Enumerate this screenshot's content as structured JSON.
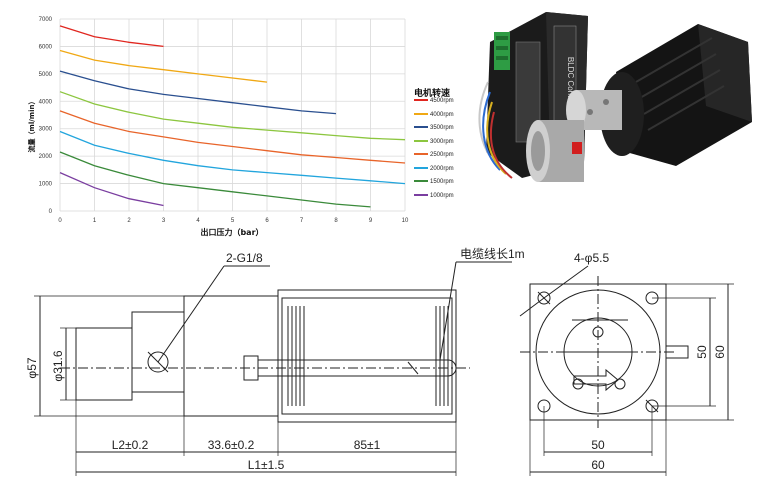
{
  "chart_data": {
    "type": "line",
    "title": "",
    "xlabel": "出口压力（bar）",
    "ylabel": "流量（ml/min）",
    "xlim": [
      0,
      10
    ],
    "ylim": [
      0,
      7000
    ],
    "xticks": [
      "0",
      "1",
      "2",
      "3",
      "4",
      "5",
      "6",
      "7",
      "8",
      "9",
      "10"
    ],
    "yticks": [
      "0",
      "1000",
      "2000",
      "3000",
      "4000",
      "5000",
      "6000",
      "7000"
    ],
    "grid": true,
    "legend_title": "电机转速",
    "legend_position": "right",
    "series": [
      {
        "name": "4500rpm",
        "color": "#e0261f",
        "x": [
          0,
          1,
          2,
          3
        ],
        "y": [
          6750,
          6350,
          6150,
          6000
        ]
      },
      {
        "name": "4000rpm",
        "color": "#f0a814",
        "x": [
          0,
          1,
          2,
          3,
          4,
          5,
          6
        ],
        "y": [
          5850,
          5500,
          5300,
          5150,
          5000,
          4850,
          4700
        ]
      },
      {
        "name": "3500rpm",
        "color": "#2a4f8f",
        "x": [
          0,
          1,
          2,
          3,
          4,
          5,
          6,
          7,
          8
        ],
        "y": [
          5100,
          4750,
          4450,
          4250,
          4100,
          3950,
          3800,
          3650,
          3550
        ]
      },
      {
        "name": "3000rpm",
        "color": "#8cc63f",
        "x": [
          0,
          1,
          2,
          3,
          4,
          5,
          6,
          7,
          8,
          9,
          10
        ],
        "y": [
          4350,
          3900,
          3600,
          3350,
          3200,
          3050,
          2950,
          2850,
          2750,
          2650,
          2600
        ]
      },
      {
        "name": "2500rpm",
        "color": "#e8642a",
        "x": [
          0,
          1,
          2,
          3,
          4,
          5,
          6,
          7,
          8,
          9,
          10
        ],
        "y": [
          3650,
          3200,
          2900,
          2700,
          2500,
          2350,
          2200,
          2050,
          1950,
          1850,
          1750
        ]
      },
      {
        "name": "2000rpm",
        "color": "#22a5dd",
        "x": [
          0,
          1,
          2,
          3,
          4,
          5,
          6,
          7,
          8,
          9,
          10
        ],
        "y": [
          2900,
          2400,
          2100,
          1850,
          1650,
          1500,
          1400,
          1300,
          1200,
          1100,
          1000
        ]
      },
      {
        "name": "1500rpm",
        "color": "#3a8a3a",
        "x": [
          0,
          1,
          2,
          3,
          4,
          5,
          6,
          7,
          8,
          9
        ],
        "y": [
          2150,
          1650,
          1300,
          1000,
          850,
          700,
          550,
          400,
          250,
          150
        ]
      },
      {
        "name": "1000rpm",
        "color": "#7a3ea0",
        "x": [
          0,
          1,
          2,
          3
        ],
        "y": [
          1400,
          850,
          450,
          200
        ]
      }
    ]
  },
  "drawing": {
    "label_port": "2-G1/8",
    "label_cable": "电缆线长1m",
    "label_holes": "4-φ5.5",
    "dim_phi57": "φ57",
    "dim_phi316": "φ31.6",
    "dim_l2": "L2±0.2",
    "dim_336": "33.6±0.2",
    "dim_85": "85±1",
    "dim_l1": "L1±1.5",
    "dim_50_h": "50",
    "dim_60_h": "60",
    "dim_50_v": "50",
    "dim_60_v": "60"
  },
  "photo": {
    "controller_label": "BLDC Controller"
  }
}
